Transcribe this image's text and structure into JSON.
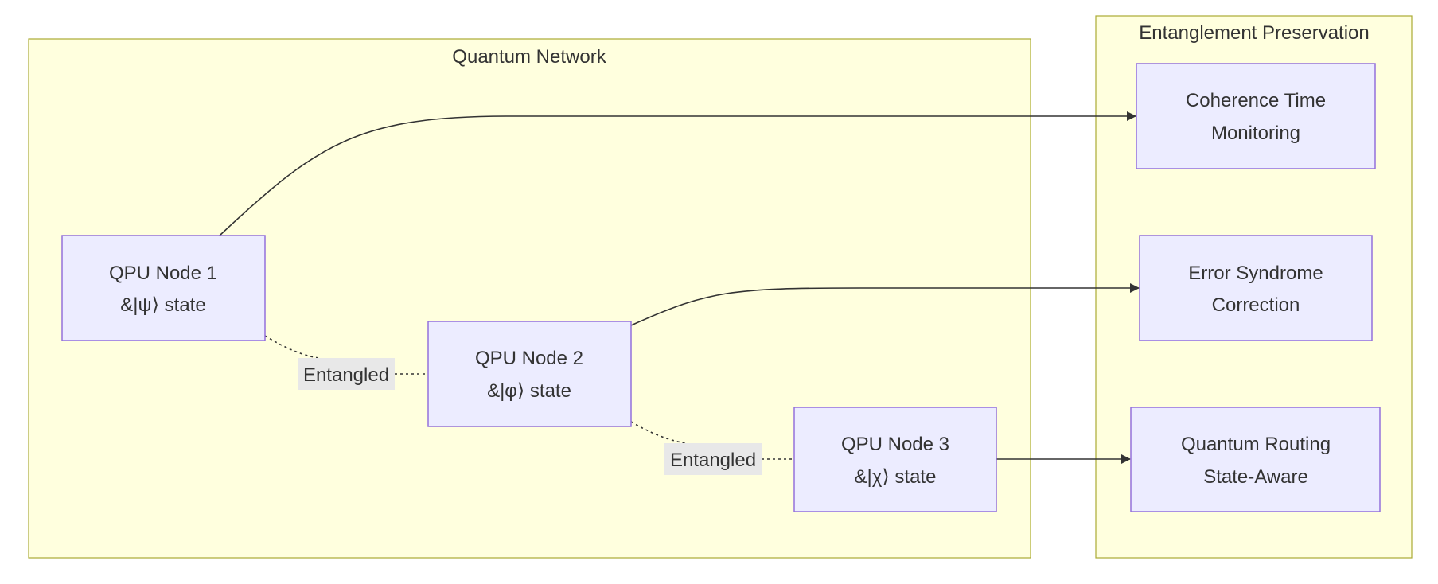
{
  "clusters": {
    "network": {
      "title": "Quantum Network"
    },
    "preservation": {
      "title": "Entanglement Preservation"
    }
  },
  "nodes": {
    "qpu1": {
      "line1": "QPU Node 1",
      "line2": "&|ψ⟩ state"
    },
    "qpu2": {
      "line1": "QPU Node 2",
      "line2": "&|φ⟩ state"
    },
    "qpu3": {
      "line1": "QPU Node 3",
      "line2": "&|χ⟩ state"
    },
    "coherence": {
      "line1": "Coherence Time",
      "line2": "Monitoring"
    },
    "error": {
      "line1": "Error Syndrome",
      "line2": "Correction"
    },
    "routing": {
      "line1": "Quantum Routing",
      "line2": "State-Aware"
    }
  },
  "edges": {
    "e12": {
      "label": "Entangled"
    },
    "e23": {
      "label": "Entangled"
    }
  },
  "colors": {
    "cluster_fill": "#ffffde",
    "cluster_stroke": "#aaaa33",
    "node_fill": "#ececff",
    "node_stroke": "#9370db",
    "edge": "#333333",
    "label_bg": "#e8e8e8"
  }
}
